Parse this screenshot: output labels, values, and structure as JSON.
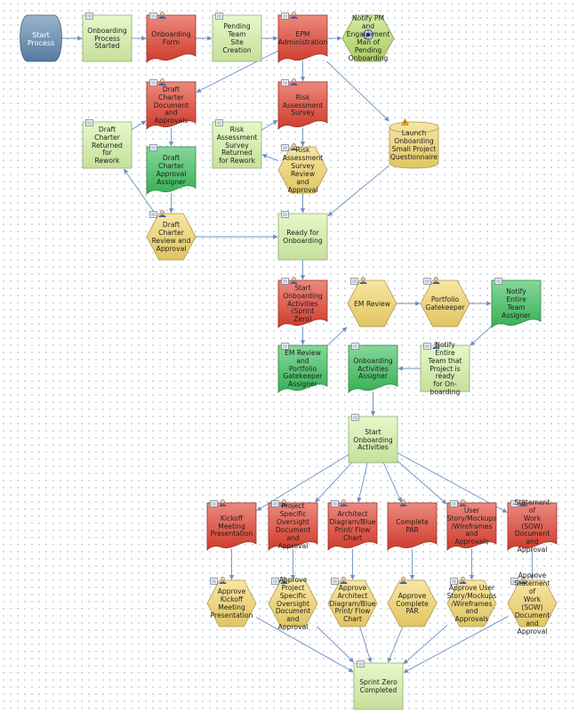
{
  "nodes": [
    {
      "id": "start",
      "label": "Start Process",
      "shape": "start",
      "color": "#5b86ad"
    },
    {
      "id": "onb_started",
      "label": "Onboarding\nProcess Started",
      "shape": "rect",
      "color": "#d6f3a8",
      "icons": [
        "doc-icon"
      ]
    },
    {
      "id": "onb_form",
      "label": "Onboarding\nForm",
      "shape": "doc",
      "color": "#e0402f",
      "icons": [
        "doc-icon",
        "user-icon"
      ]
    },
    {
      "id": "pending_team",
      "label": "Pending Team\nSite Creation",
      "shape": "rect",
      "color": "#d6f3a8",
      "icons": [
        "doc-icon"
      ]
    },
    {
      "id": "epm_admin",
      "label": "EPM\nAdministration",
      "shape": "doc",
      "color": "#e0402f",
      "icons": [
        "doc-icon",
        "user-icon"
      ]
    },
    {
      "id": "notify_pm",
      "label": "Notify PM and\nEngagement\nMan    of\nPending\nOnboarding",
      "shape": "hex",
      "color": "#b9df6c",
      "icons": [
        "gear-icon"
      ]
    },
    {
      "id": "draft_charter",
      "label": "Draft Charter\nDocument and\nApprovals",
      "shape": "doc",
      "color": "#e0402f",
      "icons": [
        "doc-icon",
        "user-icon"
      ]
    },
    {
      "id": "risk_survey",
      "label": "Risk\nAssessment\nSurvey",
      "shape": "doc",
      "color": "#e0402f",
      "icons": [
        "doc-icon",
        "user-icon"
      ]
    },
    {
      "id": "charter_returned",
      "label": "Draft Charter\nReturned for\nRework",
      "shape": "rect",
      "color": "#d6f3a8",
      "icons": [
        "doc-icon"
      ]
    },
    {
      "id": "risk_returned",
      "label": "Risk\nAssessment\nSurvey Returned\nfor Rework",
      "shape": "rect",
      "color": "#d6f3a8",
      "icons": [
        "doc-icon"
      ]
    },
    {
      "id": "launch_quest",
      "label": "Launch\nOnboarding\nSmall Project\nQuestionnaire",
      "shape": "cyl",
      "color": "#f3d76c",
      "icons": [
        "warning-icon"
      ]
    },
    {
      "id": "charter_assigner",
      "label": "Draft Charter\nApproval\nAssigner",
      "shape": "doc",
      "color": "#3cbf5c",
      "icons": [
        "doc-icon"
      ]
    },
    {
      "id": "risk_review",
      "label": "Risk\nAssessment\nSurvey Review\nand Approval",
      "shape": "hex",
      "color": "#f3d66a",
      "icons": [
        "doc-icon",
        "user-icon"
      ]
    },
    {
      "id": "charter_review",
      "label": "Draft Charter\nReview and\nApproval",
      "shape": "hex",
      "color": "#f3d66a",
      "icons": [
        "doc-icon",
        "user-icon"
      ]
    },
    {
      "id": "ready_onb",
      "label": "Ready for\nOnboarding",
      "shape": "rect",
      "color": "#d6f3a8",
      "icons": [
        "doc-icon"
      ]
    },
    {
      "id": "start_onb_act",
      "label": "Start\nOnboarding\nActivities (Sprint\nZero)",
      "shape": "doc",
      "color": "#e0402f",
      "icons": [
        "doc-icon",
        "user-icon"
      ]
    },
    {
      "id": "em_review",
      "label": "EM Review",
      "shape": "hex",
      "color": "#f3d66a",
      "icons": [
        "doc-icon",
        "user-icon"
      ]
    },
    {
      "id": "portfolio_gk",
      "label": "Portfolio\nGatekeeper",
      "shape": "hex",
      "color": "#f3d66a",
      "icons": [
        "doc-icon",
        "user-icon"
      ]
    },
    {
      "id": "notify_team_assigner",
      "label": "Notify Entire\nTeam Assigner",
      "shape": "doc",
      "color": "#3cbf5c",
      "icons": [
        "doc-icon"
      ]
    },
    {
      "id": "em_portfolio_assigner",
      "label": "EM Review and\nPortfolio\nGatekeeper\nAssigner",
      "shape": "doc",
      "color": "#3cbf5c",
      "icons": [
        "doc-icon"
      ]
    },
    {
      "id": "onb_act_assigner",
      "label": "Onboarding\nActivities\nAssigner",
      "shape": "doc",
      "color": "#3cbf5c",
      "icons": [
        "doc-icon"
      ]
    },
    {
      "id": "notify_team_ready",
      "label": "Notify Entire\nTeam that\nProject is ready\nfor On-boarding",
      "shape": "rect",
      "color": "#d6f3a8",
      "icons": [
        "doc-icon",
        "user-icon"
      ]
    },
    {
      "id": "start_onb_acts2",
      "label": "Start\nOnboarding\nActivities",
      "shape": "rect",
      "color": "#d6f3a8",
      "icons": [
        "doc-icon"
      ]
    },
    {
      "id": "kickoff",
      "label": "Kickoff Meeting\nPresentation",
      "shape": "doc",
      "color": "#e0402f",
      "icons": [
        "doc-icon",
        "user-icon"
      ]
    },
    {
      "id": "oversight",
      "label": "Project Specific\nOversight\nDocument and\nApproval",
      "shape": "doc",
      "color": "#e0402f",
      "icons": [
        "doc-icon",
        "user-icon"
      ]
    },
    {
      "id": "architect",
      "label": "Architect\nDiagram/Blue\nPrint/ Flow Chart",
      "shape": "doc",
      "color": "#e0402f",
      "icons": [
        "doc-icon",
        "user-icon"
      ]
    },
    {
      "id": "complete_par",
      "label": "Complete PAR",
      "shape": "doc",
      "color": "#e0402f",
      "icons": [
        "user-icon"
      ]
    },
    {
      "id": "user_story",
      "label": "User\nStory/Mockups\n/Wireframes and\nApprovals",
      "shape": "doc",
      "color": "#e0402f",
      "icons": [
        "doc-icon",
        "user-icon"
      ]
    },
    {
      "id": "sow",
      "label": "Statement of\nWork (SOW)\nDocument and\nApproval",
      "shape": "doc",
      "color": "#e0402f",
      "icons": [
        "doc-icon",
        "user-icon"
      ]
    },
    {
      "id": "approve_kickoff",
      "label": "Approve Kickoff\nMeeting\nPresentation",
      "shape": "hex",
      "color": "#f3d66a",
      "icons": [
        "doc-icon",
        "user-icon"
      ]
    },
    {
      "id": "approve_oversight",
      "label": "Approve Project\nSpecific\nOversight\nDocument and\nApproval",
      "shape": "hex",
      "color": "#f3d66a",
      "icons": [
        "doc-icon",
        "user-icon"
      ]
    },
    {
      "id": "approve_architect",
      "label": "Approve\nArchitect\nDiagram/Blue\nPrint/ Flow Chart",
      "shape": "hex",
      "color": "#f3d66a",
      "icons": [
        "doc-icon",
        "user-icon"
      ]
    },
    {
      "id": "approve_par",
      "label": "Approve\nComplete PAR",
      "shape": "hex",
      "color": "#f3d66a",
      "icons": [
        "user-icon"
      ]
    },
    {
      "id": "approve_user_story",
      "label": "Approve User\nStory/Mockups\n/Wireframes and\nApprovals",
      "shape": "hex",
      "color": "#f3d66a",
      "icons": [
        "doc-icon",
        "user-icon"
      ]
    },
    {
      "id": "approve_sow",
      "label": "Approve\nStatement of\nWork (SOW)\nDocument and\nApproval",
      "shape": "hex",
      "color": "#f3d66a",
      "icons": [
        "doc-icon",
        "user-icon"
      ]
    },
    {
      "id": "sprint_zero",
      "label": "Sprint Zero\nCompleted",
      "shape": "rect",
      "color": "#d6f3a8",
      "icons": [
        "doc-icon"
      ]
    }
  ],
  "edges": [
    [
      "start",
      "onb_started"
    ],
    [
      "onb_started",
      "onb_form"
    ],
    [
      "onb_form",
      "pending_team"
    ],
    [
      "pending_team",
      "epm_admin"
    ],
    [
      "epm_admin",
      "notify_pm"
    ],
    [
      "epm_admin",
      "draft_charter"
    ],
    [
      "epm_admin",
      "risk_survey"
    ],
    [
      "epm_admin",
      "launch_quest"
    ],
    [
      "draft_charter",
      "charter_assigner"
    ],
    [
      "charter_assigner",
      "charter_review"
    ],
    [
      "charter_review",
      "charter_returned"
    ],
    [
      "charter_returned",
      "draft_charter"
    ],
    [
      "charter_review",
      "ready_onb"
    ],
    [
      "risk_survey",
      "risk_review"
    ],
    [
      "risk_review",
      "risk_returned"
    ],
    [
      "risk_returned",
      "risk_survey"
    ],
    [
      "risk_review",
      "ready_onb"
    ],
    [
      "launch_quest",
      "ready_onb"
    ],
    [
      "ready_onb",
      "start_onb_act"
    ],
    [
      "start_onb_act",
      "em_portfolio_assigner"
    ],
    [
      "em_portfolio_assigner",
      "em_review"
    ],
    [
      "em_review",
      "portfolio_gk"
    ],
    [
      "portfolio_gk",
      "notify_team_assigner"
    ],
    [
      "notify_team_assigner",
      "notify_team_ready"
    ],
    [
      "notify_team_ready",
      "onb_act_assigner"
    ],
    [
      "onb_act_assigner",
      "start_onb_acts2"
    ],
    [
      "start_onb_acts2",
      "kickoff"
    ],
    [
      "start_onb_acts2",
      "oversight"
    ],
    [
      "start_onb_acts2",
      "architect"
    ],
    [
      "start_onb_acts2",
      "complete_par"
    ],
    [
      "start_onb_acts2",
      "user_story"
    ],
    [
      "start_onb_acts2",
      "sow"
    ],
    [
      "kickoff",
      "approve_kickoff"
    ],
    [
      "oversight",
      "approve_oversight"
    ],
    [
      "architect",
      "approve_architect"
    ],
    [
      "complete_par",
      "approve_par"
    ],
    [
      "user_story",
      "approve_user_story"
    ],
    [
      "sow",
      "approve_sow"
    ],
    [
      "approve_kickoff",
      "sprint_zero"
    ],
    [
      "approve_oversight",
      "sprint_zero"
    ],
    [
      "approve_architect",
      "sprint_zero"
    ],
    [
      "approve_par",
      "sprint_zero"
    ],
    [
      "approve_user_story",
      "sprint_zero"
    ],
    [
      "approve_sow",
      "sprint_zero"
    ]
  ],
  "colors": {
    "edge": "#6d8fc2",
    "stroke": "#9aa7b5"
  }
}
